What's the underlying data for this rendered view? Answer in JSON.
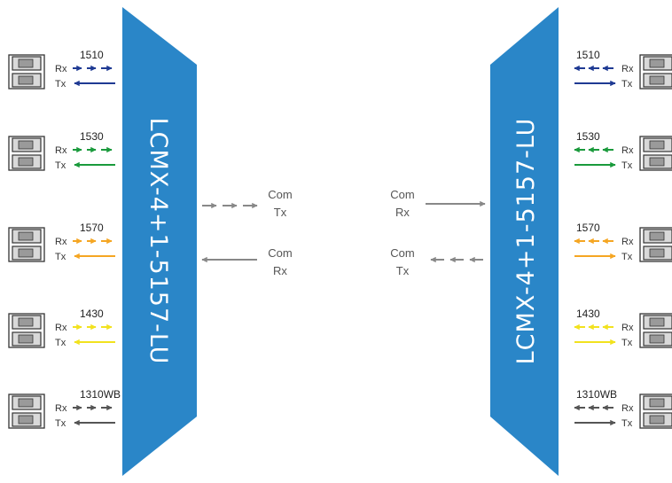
{
  "modules": {
    "left": {
      "model": "LCMX-4+1-5157-LU"
    },
    "right": {
      "model": "LCMX-4+1-5157-LU"
    }
  },
  "channels": [
    {
      "wavelength": "1510",
      "rx_label": "Rx",
      "tx_label": "Tx",
      "color": "#1f3a93"
    },
    {
      "wavelength": "1530",
      "rx_label": "Rx",
      "tx_label": "Tx",
      "color": "#1a9a3c"
    },
    {
      "wavelength": "1570",
      "rx_label": "Rx",
      "tx_label": "Tx",
      "color": "#f5a623"
    },
    {
      "wavelength": "1430",
      "rx_label": "Rx",
      "tx_label": "Tx",
      "color": "#f2e21e"
    },
    {
      "wavelength": "1310WB",
      "rx_label": "Rx",
      "tx_label": "Tx",
      "color": "#555555"
    }
  ],
  "com": {
    "left_top": {
      "line1": "Com",
      "line2": "Tx"
    },
    "left_bottom": {
      "line1": "Com",
      "line2": "Rx"
    },
    "right_top": {
      "line1": "Com",
      "line2": "Rx"
    },
    "right_bottom": {
      "line1": "Com",
      "line2": "Tx"
    },
    "color": "#888888"
  },
  "colors": {
    "module_fill": "#2a86c8",
    "connector_stroke": "#333333",
    "connector_fill": "#d9d9d9"
  }
}
